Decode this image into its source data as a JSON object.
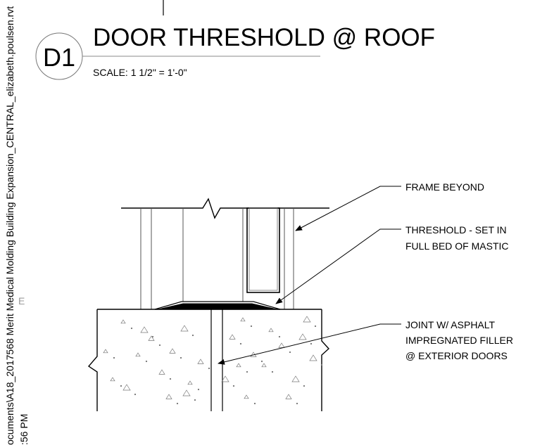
{
  "detail": {
    "id": "D1",
    "title": "DOOR THRESHOLD @ ROOF",
    "scale": "SCALE:  1 1/2\" = 1'-0\""
  },
  "callouts": [
    {
      "lines": [
        "FRAME BEYOND"
      ]
    },
    {
      "lines": [
        "THRESHOLD - SET IN",
        "FULL BED OF MASTIC"
      ]
    },
    {
      "lines": [
        "JOINT W/ ASPHALT",
        "IMPREGNATED FILLER",
        "@ EXTERIOR DOORS"
      ]
    }
  ],
  "side_margin": {
    "path": "ocuments\\A18_2017568 Merit Medical Molding Building Expansion_CENTRAL_elizabeth.poulsen.rvt",
    "time": ":56 PM",
    "stray": "E"
  }
}
